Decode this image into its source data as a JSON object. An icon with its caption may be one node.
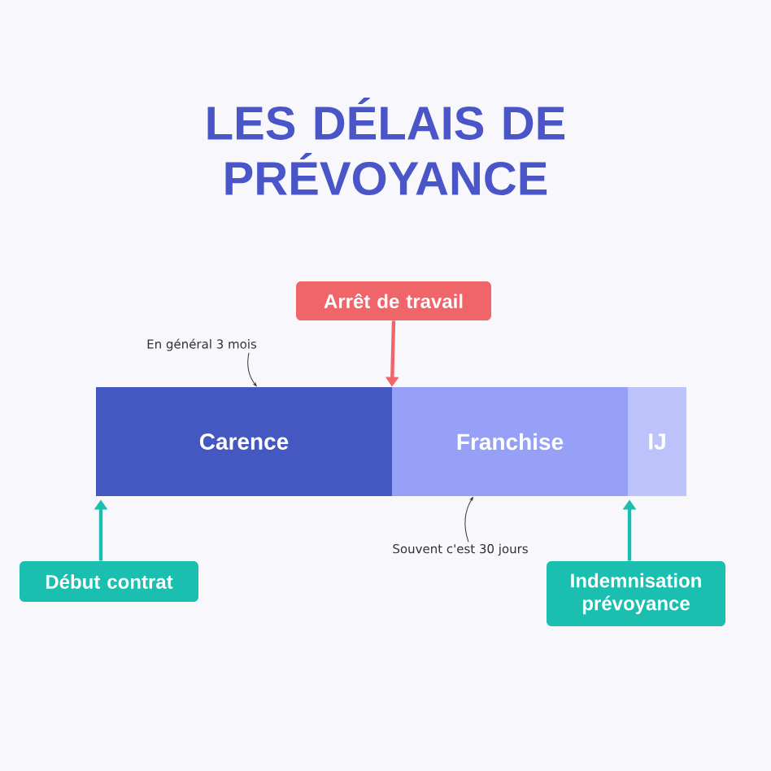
{
  "diagram": {
    "title": "LES DÉLAIS DE PRÉVOYANCE",
    "nodes": [
      {
        "text": [
          "Carence"
        ]
      },
      {
        "text": [
          "Franchise"
        ]
      },
      {
        "text": [
          "IJ"
        ]
      },
      {
        "text": [
          "Arrêt de travail"
        ]
      },
      {
        "text": [
          "Début contrat"
        ]
      },
      {
        "text": [
          "Indemnisation prévoyance"
        ]
      },
      {
        "text": [
          "En général 3 mois"
        ]
      },
      {
        "text": [
          "Souvent c'est 30 jours"
        ]
      }
    ],
    "edges": [
      {
        "from": 3,
        "to": 1,
        "arrow": "to",
        "color": "#f0656a"
      },
      {
        "from": 4,
        "to": 0,
        "arrow": "to",
        "color": "#1bbfb0"
      },
      {
        "from": 5,
        "to": 2,
        "arrow": "to",
        "color": "#1bbfb0"
      },
      {
        "from": 6,
        "to": 0,
        "arrow": "to",
        "color": "#333333"
      },
      {
        "from": 7,
        "to": 1,
        "arrow": "to",
        "color": "#333333"
      }
    ]
  }
}
